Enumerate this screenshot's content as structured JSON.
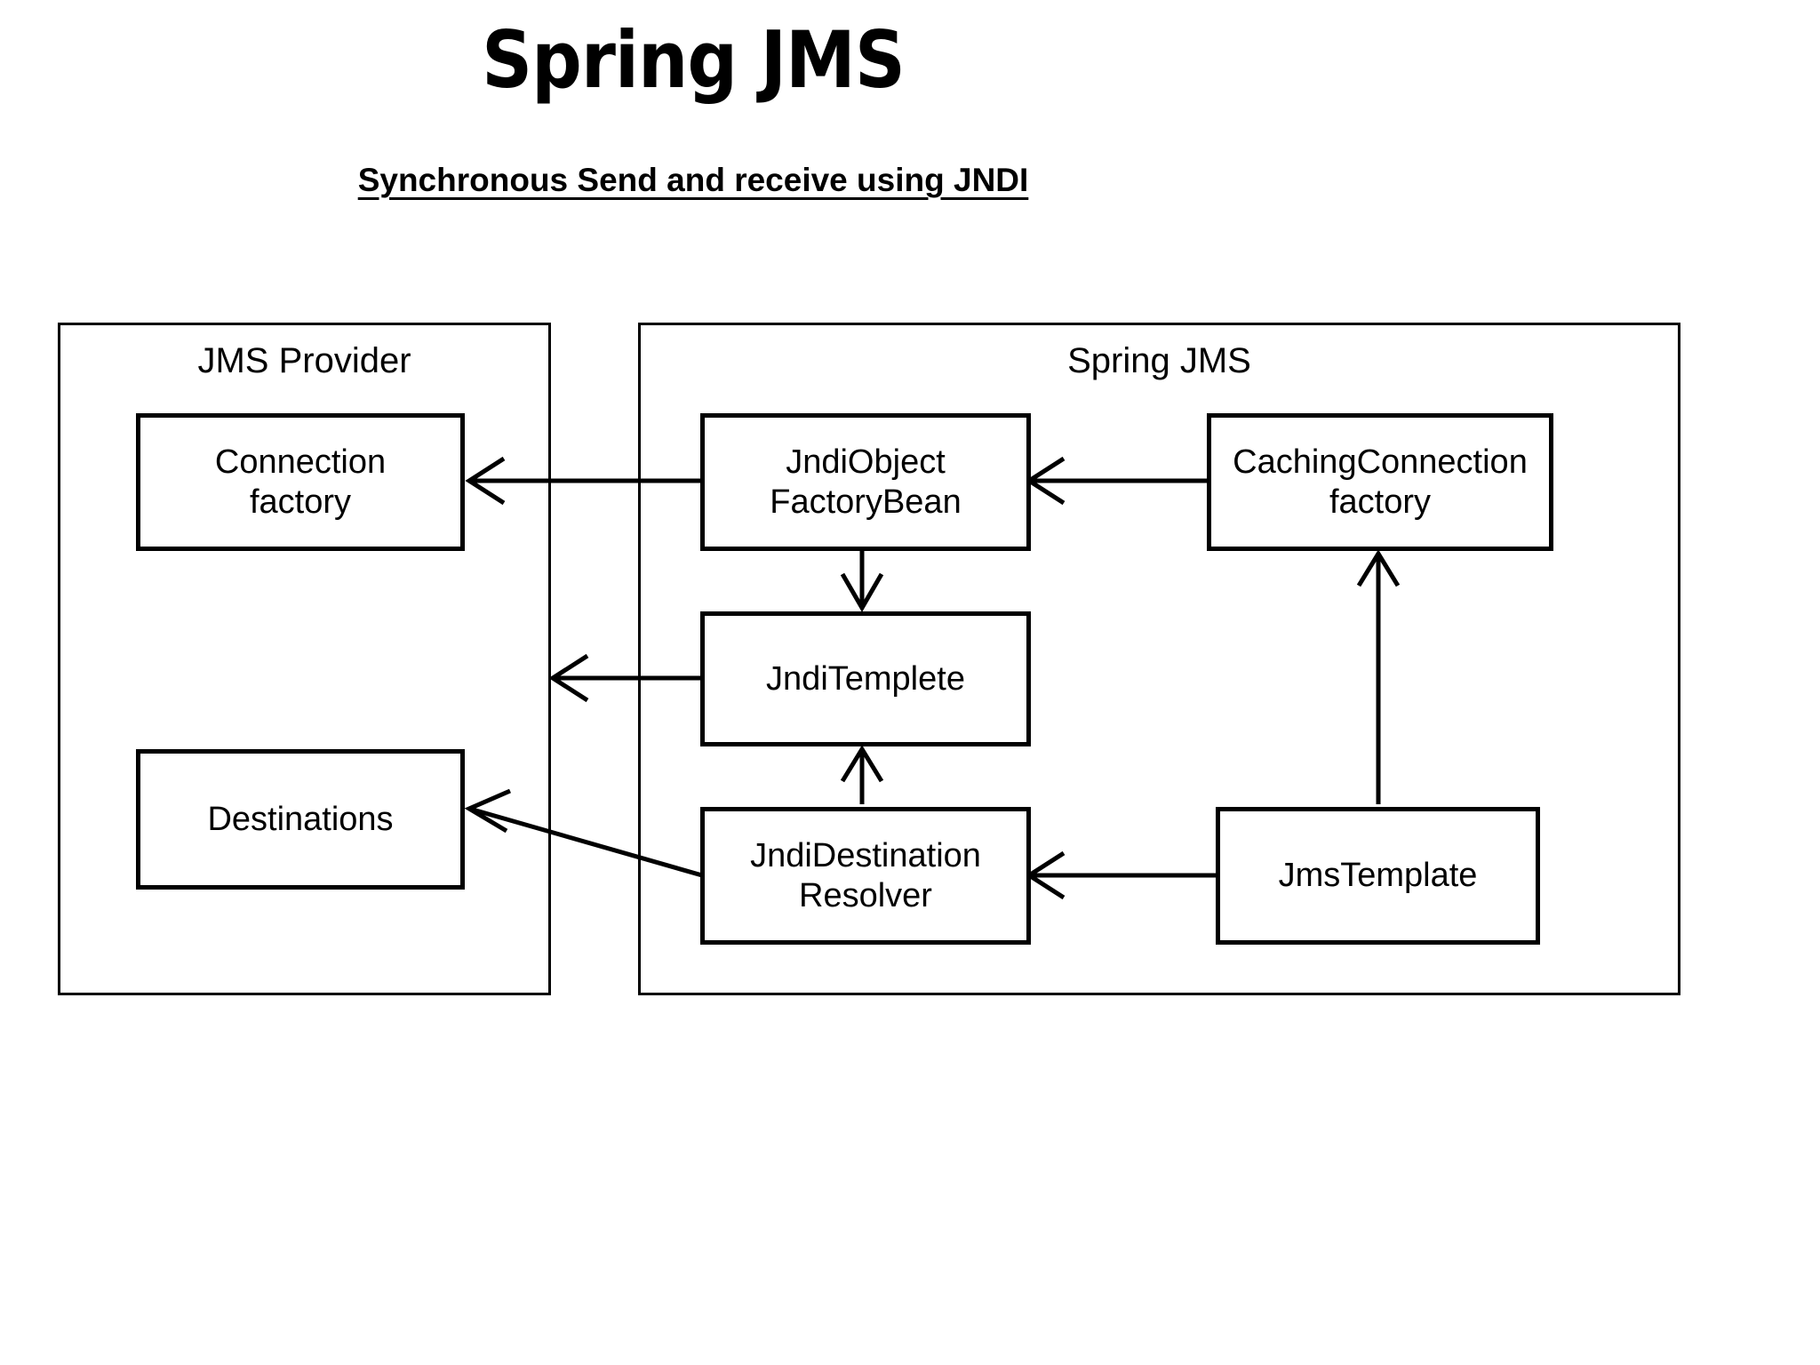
{
  "page": {
    "title": "Spring JMS",
    "subtitle": "Synchronous Send and receive using JNDI",
    "background_color": "#ffffff",
    "stroke_color": "#000000"
  },
  "groups": {
    "jms_provider": {
      "label": "JMS Provider"
    },
    "spring_jms": {
      "label": "Spring JMS"
    }
  },
  "nodes": {
    "connection_factory": {
      "label": "Connection\nfactory"
    },
    "destinations": {
      "label": "Destinations"
    },
    "jndi_object_factory_bean": {
      "label": "JndiObject\nFactoryBean"
    },
    "jndi_templete": {
      "label": "JndiTemplete"
    },
    "jndi_destination_resolver": {
      "label": "JndiDestination\nResolver"
    },
    "caching_connection_factory": {
      "label": "CachingConnection\nfactory"
    },
    "jms_template": {
      "label": "JmsTemplate"
    }
  },
  "chart_data": {
    "type": "diagram",
    "title": "Spring JMS",
    "subtitle": "Synchronous Send and receive using JNDI",
    "groups": [
      {
        "id": "jms_provider",
        "label": "JMS Provider",
        "members": [
          "connection_factory",
          "destinations"
        ]
      },
      {
        "id": "spring_jms",
        "label": "Spring JMS",
        "members": [
          "jndi_object_factory_bean",
          "jndi_templete",
          "jndi_destination_resolver",
          "caching_connection_factory",
          "jms_template"
        ]
      }
    ],
    "nodes": [
      {
        "id": "connection_factory",
        "label": "Connection factory"
      },
      {
        "id": "destinations",
        "label": "Destinations"
      },
      {
        "id": "jndi_object_factory_bean",
        "label": "JndiObject FactoryBean"
      },
      {
        "id": "jndi_templete",
        "label": "JndiTemplete"
      },
      {
        "id": "jndi_destination_resolver",
        "label": "JndiDestination Resolver"
      },
      {
        "id": "caching_connection_factory",
        "label": "CachingConnection factory"
      },
      {
        "id": "jms_template",
        "label": "JmsTemplate"
      }
    ],
    "edges": [
      {
        "from": "jndi_object_factory_bean",
        "to": "connection_factory",
        "direction": "left",
        "style": "solid-open-arrow"
      },
      {
        "from": "caching_connection_factory",
        "to": "jndi_object_factory_bean",
        "direction": "left",
        "style": "solid-open-arrow"
      },
      {
        "from": "jndi_object_factory_bean",
        "to": "jndi_templete",
        "direction": "down",
        "style": "solid-open-arrow"
      },
      {
        "from": "jndi_templete",
        "to": "jms_provider",
        "direction": "left",
        "style": "solid-open-arrow"
      },
      {
        "from": "jndi_destination_resolver",
        "to": "jndi_templete",
        "direction": "up",
        "style": "solid-open-arrow"
      },
      {
        "from": "jms_template",
        "to": "jndi_destination_resolver",
        "direction": "left",
        "style": "solid-open-arrow"
      },
      {
        "from": "jms_template",
        "to": "caching_connection_factory",
        "direction": "up",
        "style": "solid-open-arrow"
      },
      {
        "from": "jndi_destination_resolver",
        "to": "destinations",
        "direction": "diagonal-up-left",
        "style": "solid-open-arrow"
      }
    ]
  }
}
